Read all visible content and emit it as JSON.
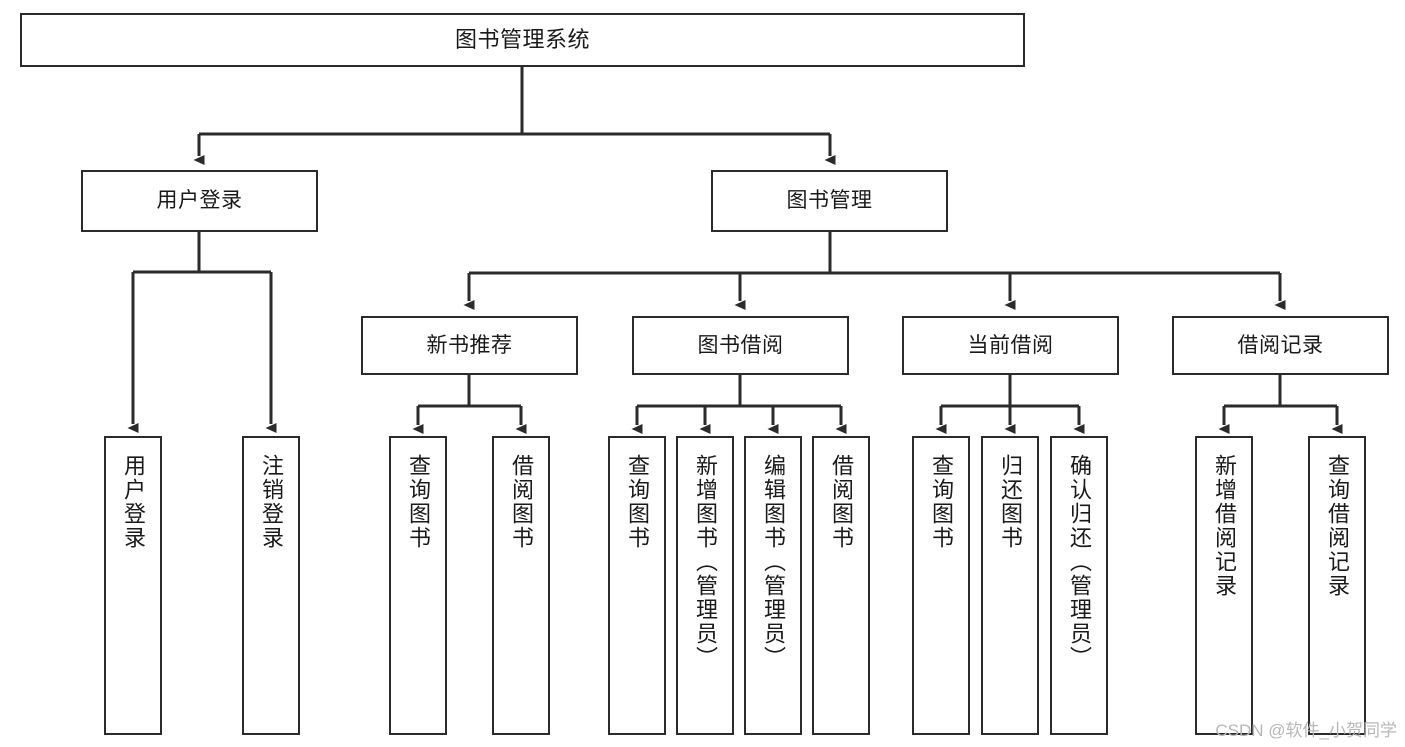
{
  "diagram": {
    "title": "图书管理系统",
    "type": "tree-hierarchy",
    "watermark": "CSDN @软件_小贺同学",
    "style": {
      "box_border_color": "#2b2b2b",
      "box_fill_color": "#ffffff",
      "edge_color": "#2b2b2b",
      "text_color": "#1a1a1a",
      "background": "#ffffff",
      "watermark_color": "#b7b7b7"
    },
    "nodes": {
      "root": {
        "label": "图书管理系统",
        "level": 1,
        "orientation": "horizontal"
      },
      "user_login": {
        "label": "用户登录",
        "level": 2,
        "orientation": "horizontal"
      },
      "book_manage": {
        "label": "图书管理",
        "level": 2,
        "orientation": "horizontal"
      },
      "new_book_rec": {
        "label": "新书推荐",
        "level": 3,
        "orientation": "horizontal"
      },
      "book_borrow": {
        "label": "图书借阅",
        "level": 3,
        "orientation": "horizontal"
      },
      "current_borrow": {
        "label": "当前借阅",
        "level": 3,
        "orientation": "horizontal"
      },
      "borrow_record": {
        "label": "借阅记录",
        "level": 3,
        "orientation": "horizontal"
      },
      "leaf_user_login": {
        "label": "用户登录",
        "level": 3,
        "orientation": "vertical"
      },
      "leaf_logout": {
        "label": "注销登录",
        "level": 3,
        "orientation": "vertical"
      },
      "leaf_query_book_a": {
        "label": "查询图书",
        "level": 4,
        "orientation": "vertical"
      },
      "leaf_borrow_book_a": {
        "label": "借阅图书",
        "level": 4,
        "orientation": "vertical"
      },
      "leaf_query_book_b": {
        "label": "查询图书",
        "level": 4,
        "orientation": "vertical"
      },
      "leaf_add_book": {
        "label": "新增图书（管理员）",
        "level": 4,
        "orientation": "vertical"
      },
      "leaf_edit_book": {
        "label": "编辑图书（管理员）",
        "level": 4,
        "orientation": "vertical"
      },
      "leaf_borrow_book_b": {
        "label": "借阅图书",
        "level": 4,
        "orientation": "vertical"
      },
      "leaf_query_book_c": {
        "label": "查询图书",
        "level": 4,
        "orientation": "vertical"
      },
      "leaf_return_book": {
        "label": "归还图书",
        "level": 4,
        "orientation": "vertical"
      },
      "leaf_confirm_return": {
        "label": "确认归还（管理员）",
        "level": 4,
        "orientation": "vertical"
      },
      "leaf_add_record": {
        "label": "新增借阅记录",
        "level": 4,
        "orientation": "vertical"
      },
      "leaf_query_record": {
        "label": "查询借阅记录",
        "level": 4,
        "orientation": "vertical"
      }
    },
    "edges": [
      {
        "from": "root",
        "to": "user_login"
      },
      {
        "from": "root",
        "to": "book_manage"
      },
      {
        "from": "user_login",
        "to": "leaf_user_login"
      },
      {
        "from": "user_login",
        "to": "leaf_logout"
      },
      {
        "from": "book_manage",
        "to": "new_book_rec"
      },
      {
        "from": "book_manage",
        "to": "book_borrow"
      },
      {
        "from": "book_manage",
        "to": "current_borrow"
      },
      {
        "from": "book_manage",
        "to": "borrow_record"
      },
      {
        "from": "new_book_rec",
        "to": "leaf_query_book_a"
      },
      {
        "from": "new_book_rec",
        "to": "leaf_borrow_book_a"
      },
      {
        "from": "book_borrow",
        "to": "leaf_query_book_b"
      },
      {
        "from": "book_borrow",
        "to": "leaf_add_book"
      },
      {
        "from": "book_borrow",
        "to": "leaf_edit_book"
      },
      {
        "from": "book_borrow",
        "to": "leaf_borrow_book_b"
      },
      {
        "from": "current_borrow",
        "to": "leaf_query_book_c"
      },
      {
        "from": "current_borrow",
        "to": "leaf_return_book"
      },
      {
        "from": "current_borrow",
        "to": "leaf_confirm_return"
      },
      {
        "from": "borrow_record",
        "to": "leaf_add_record"
      },
      {
        "from": "borrow_record",
        "to": "leaf_query_record"
      }
    ]
  }
}
